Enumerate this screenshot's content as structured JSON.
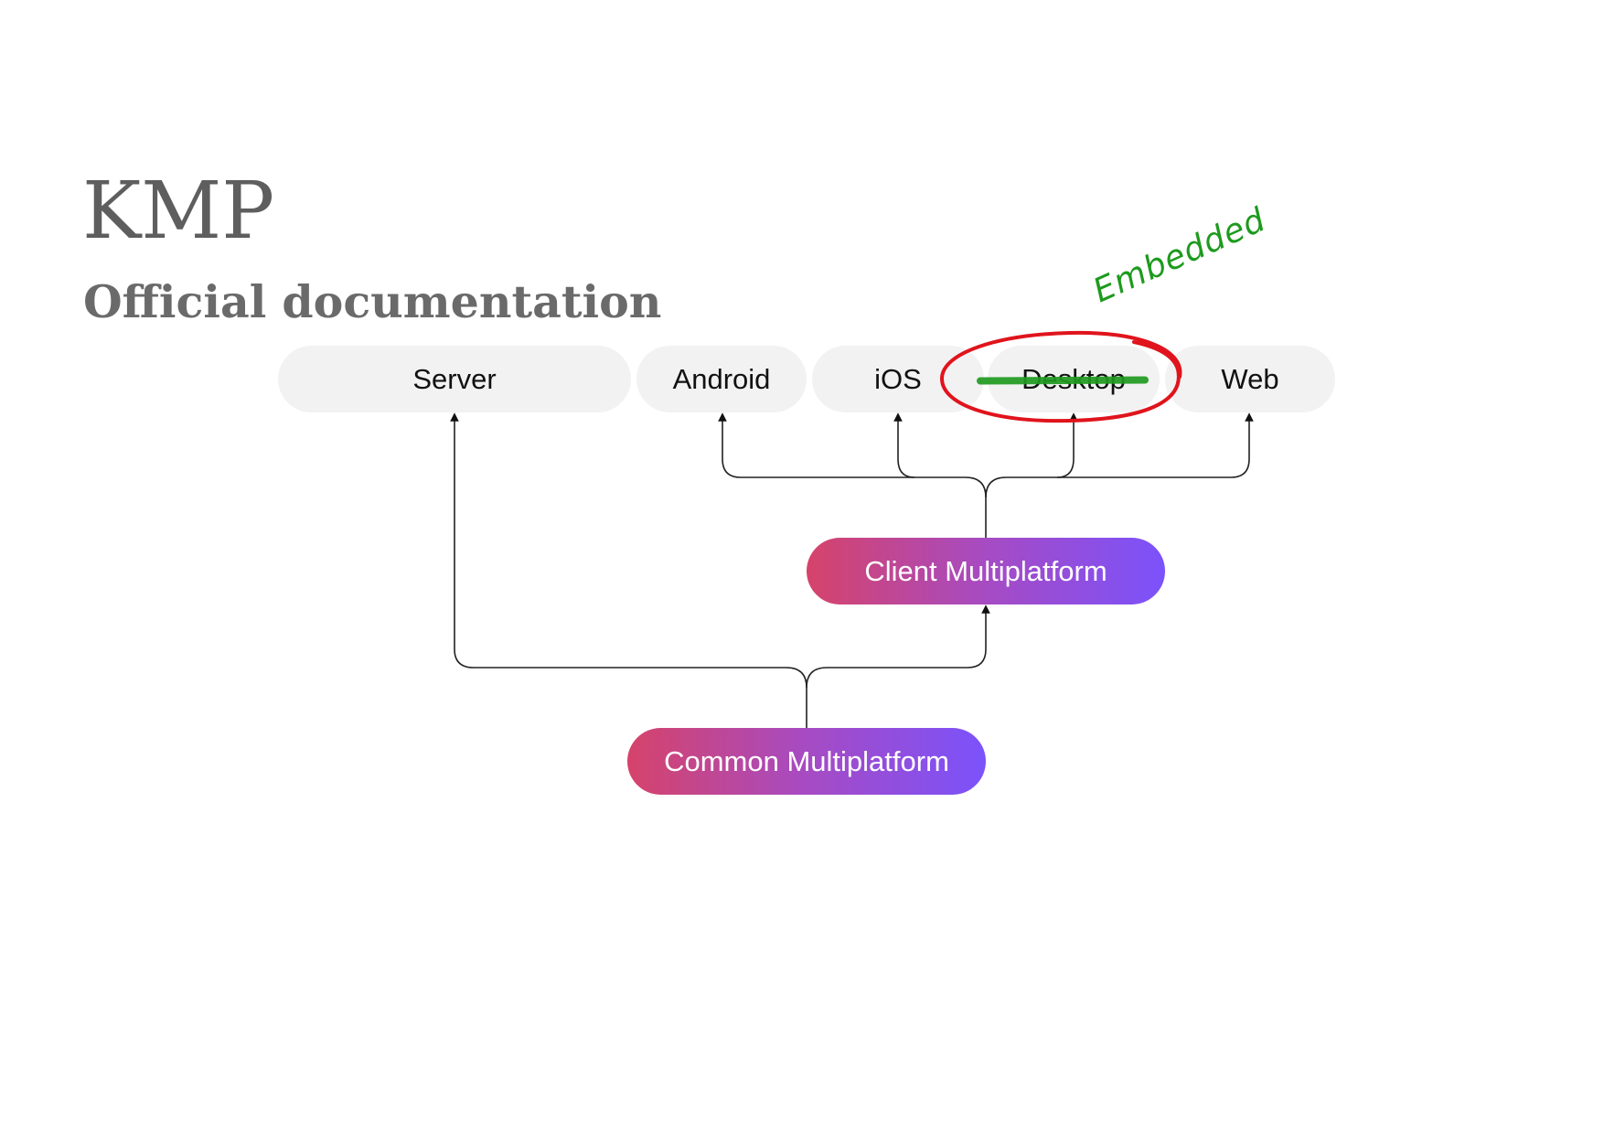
{
  "header": {
    "title": "KMP",
    "subtitle": "Official documentation"
  },
  "targets": [
    {
      "label": "Server"
    },
    {
      "label": "Android"
    },
    {
      "label": "iOS"
    },
    {
      "label": "Desktop"
    },
    {
      "label": "Web"
    }
  ],
  "client": {
    "label": "Client Multiplatform"
  },
  "common": {
    "label": "Common Multiplatform"
  },
  "annotation": {
    "replacement_text": "Embedded",
    "circle_color": "#e0141c",
    "strike_color": "#1f9a1f"
  },
  "colors": {
    "gradient_start": "#d6436a",
    "gradient_end": "#7b52fb",
    "pill_background": "#f2f2f2"
  }
}
